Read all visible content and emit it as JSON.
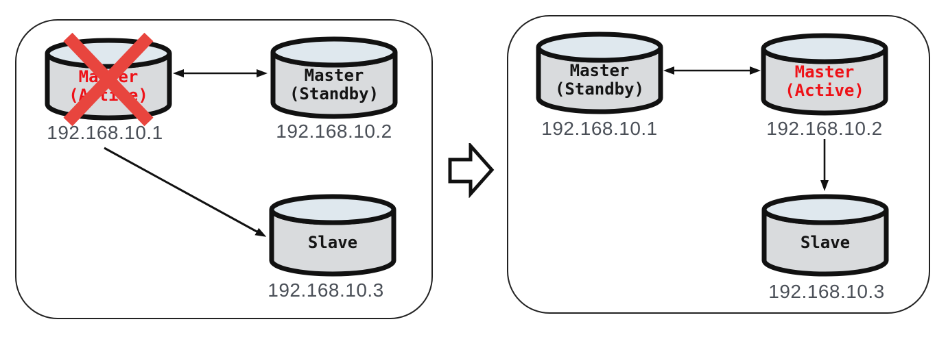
{
  "panels": [
    {
      "name": "before-failover",
      "nodes": [
        {
          "line1": "Master",
          "line2": "(Active)",
          "ip": "192.168.10.1",
          "status": "failed-active",
          "label_color": "red",
          "crossed_out": true
        },
        {
          "line1": "Master",
          "line2": "(Standby)",
          "ip": "192.168.10.2",
          "status": "standby",
          "label_color": "black",
          "crossed_out": false
        },
        {
          "line1": "Slave",
          "line2": "",
          "ip": "192.168.10.3",
          "status": "slave",
          "label_color": "black",
          "crossed_out": false
        }
      ],
      "connections": [
        {
          "from": "192.168.10.1",
          "to": "192.168.10.2",
          "style": "double-headed"
        },
        {
          "from": "192.168.10.1",
          "to": "192.168.10.3",
          "style": "single-headed"
        }
      ]
    },
    {
      "name": "after-failover",
      "nodes": [
        {
          "line1": "Master",
          "line2": "(Standby)",
          "ip": "192.168.10.1",
          "status": "standby",
          "label_color": "black",
          "crossed_out": false
        },
        {
          "line1": "Master",
          "line2": "(Active)",
          "ip": "192.168.10.2",
          "status": "active",
          "label_color": "red",
          "crossed_out": false
        },
        {
          "line1": "Slave",
          "line2": "",
          "ip": "192.168.10.3",
          "status": "slave",
          "label_color": "black",
          "crossed_out": false
        }
      ],
      "connections": [
        {
          "from": "192.168.10.1",
          "to": "192.168.10.2",
          "style": "double-headed"
        },
        {
          "from": "192.168.10.2",
          "to": "192.168.10.3",
          "style": "single-headed"
        }
      ]
    }
  ],
  "transition": {
    "direction": "right"
  },
  "colors": {
    "cylinder_body": "#d9dbdd",
    "cylinder_top": "#dfe8ee",
    "outline": "#111111",
    "active_label_red": "#ee1117",
    "failure_x_red": "#e8453e",
    "label_black": "#141414",
    "ip_gray": "#4a4f57"
  }
}
